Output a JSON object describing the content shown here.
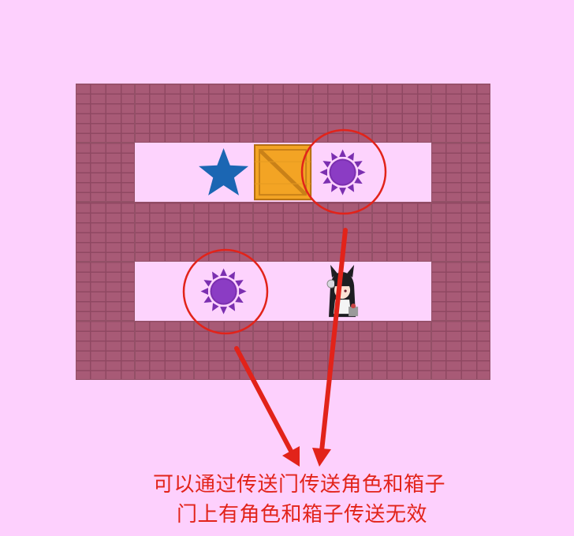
{
  "game": {
    "grid": {
      "cols": 7,
      "rows": 5,
      "layout": [
        "WWWWWWW",
        "WFSBPFW",
        "WWWWWWW",
        "WFPFCFW",
        "WWWWWWW"
      ],
      "legend": {
        "W": "wall",
        "F": "floor",
        "S": "goal-star",
        "B": "wooden-crate",
        "P": "portal",
        "C": "player-character"
      }
    },
    "colors": {
      "background": "#fdd0fd",
      "wall": "#a85a76",
      "floor": "#fdd3fd",
      "star": "#1b66b3",
      "crate": "#f3a424",
      "portal": "#7b2fb0",
      "annotation": "#e2231a"
    }
  },
  "annotation": {
    "line1": "可以通过传送门传送角色和箱子",
    "line2": "门上有角色和箱子传送无效"
  }
}
